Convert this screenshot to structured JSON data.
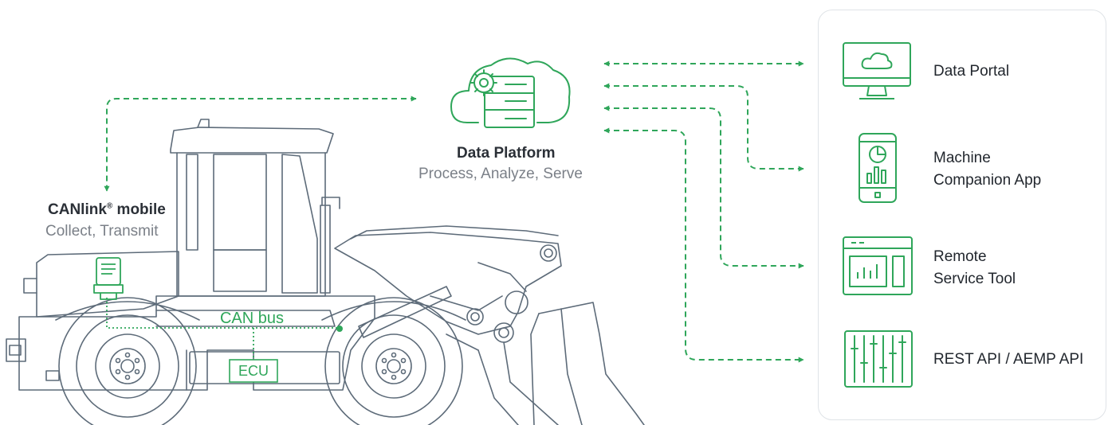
{
  "data_platform": {
    "title": "Data Platform",
    "subtitle": "Process, Analyze, Serve"
  },
  "canlink": {
    "title": "CANlink",
    "registered_mark": "®",
    "title_suffix": " mobile",
    "subtitle": "Collect, Transmit"
  },
  "vehicle": {
    "can_bus_label": "CAN bus",
    "ecu_label": "ECU"
  },
  "outputs": [
    {
      "label": "Data Portal",
      "icon": "monitor-cloud-icon"
    },
    {
      "label_line1": "Machine",
      "label_line2": "Companion App",
      "icon": "smartphone-chart-icon"
    },
    {
      "label_line1": "Remote",
      "label_line2": "Service Tool",
      "icon": "dashboard-window-icon"
    },
    {
      "label": "REST API / AEMP API",
      "icon": "sliders-icon"
    }
  ],
  "colors": {
    "accent": "#2fa65a",
    "outline": "#5d6b79",
    "text": "#2b3037",
    "subtext": "#7b8088"
  }
}
